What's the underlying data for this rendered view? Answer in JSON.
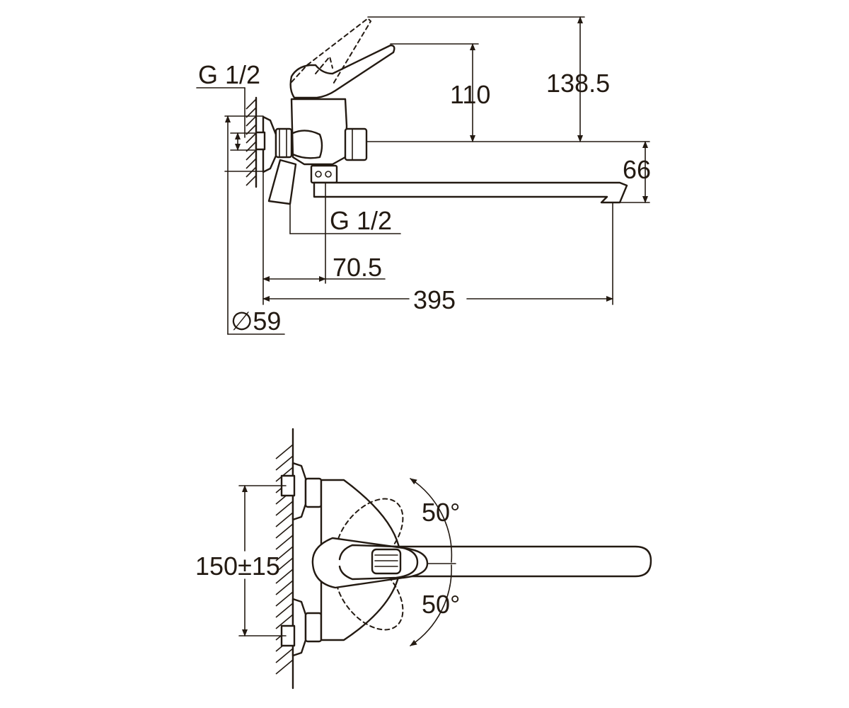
{
  "side_view": {
    "thread_left": "G 1/2",
    "thread_bottom": "G 1/2",
    "height_lever": "110",
    "height_total": "138.5",
    "spout_height": "66",
    "offset": "70.5",
    "length": "395",
    "diameter": "∅59"
  },
  "top_view": {
    "center_distance": "150±15",
    "angle_upper": "50°",
    "angle_lower": "50°"
  },
  "colors": {
    "line": "#231a12",
    "background": "#ffffff"
  }
}
